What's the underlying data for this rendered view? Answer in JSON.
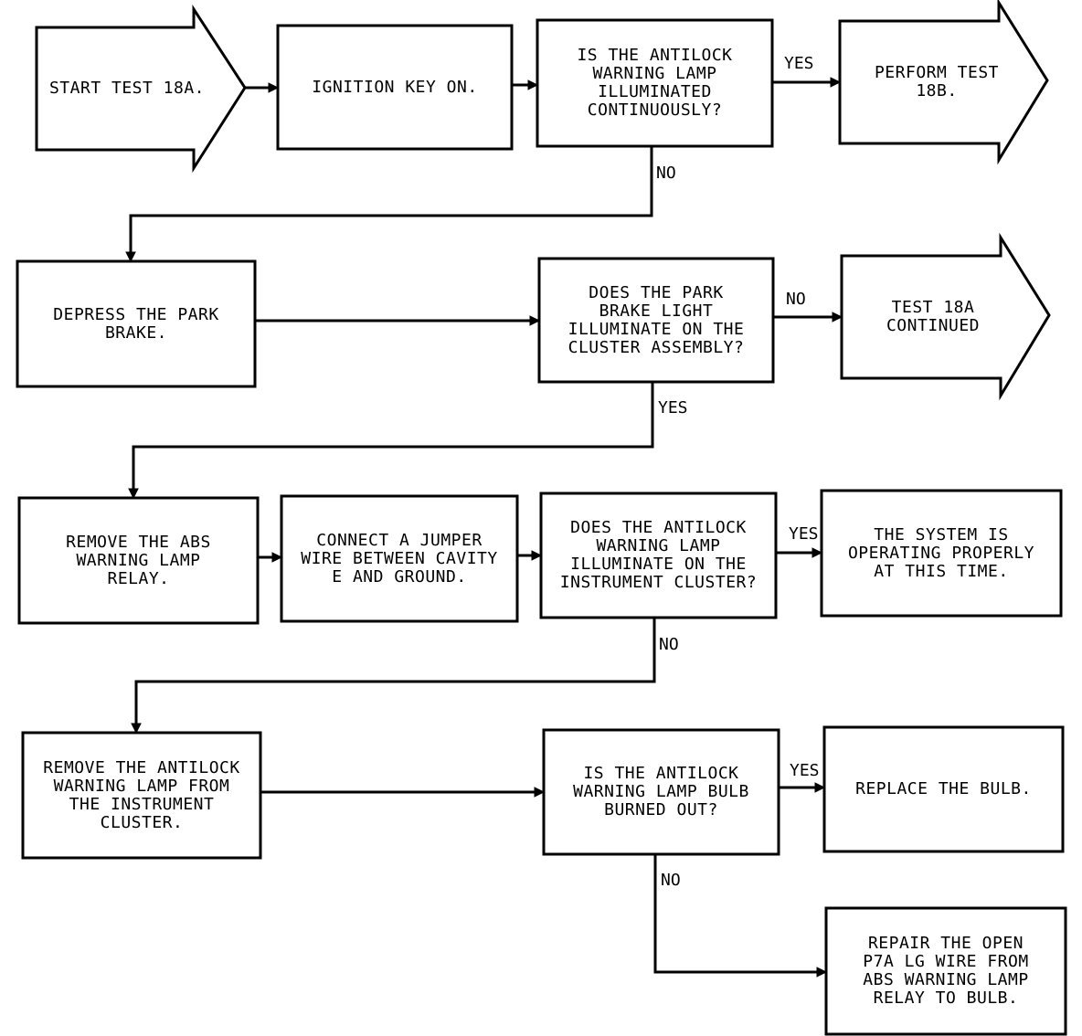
{
  "nodes": {
    "start": "START TEST 18A.",
    "ignition": "IGNITION KEY ON.",
    "q_lamp_continuous": "IS THE ANTILOCK\nWARNING LAMP\nILLUMINATED\nCONTINUOUSLY?",
    "perform_18b": "PERFORM TEST\n18B.",
    "depress_park": "DEPRESS THE PARK\nBRAKE.",
    "q_park_light": "DOES THE PARK\nBRAKE LIGHT\nILLUMINATE ON THE\nCLUSTER ASSEMBLY?",
    "test_18a_cont": "TEST 18A\nCONTINUED",
    "remove_relay": "REMOVE THE ABS\nWARNING LAMP\nRELAY.",
    "connect_jumper": "CONNECT A JUMPER\nWIRE BETWEEN CAVITY\nE AND GROUND.",
    "q_lamp_cluster": "DOES THE ANTILOCK\nWARNING LAMP\nILLUMINATE ON THE\nINSTRUMENT CLUSTER?",
    "system_ok": "THE SYSTEM IS\nOPERATING PROPERLY\nAT THIS TIME.",
    "remove_lamp": "REMOVE THE ANTILOCK\nWARNING LAMP FROM\nTHE INSTRUMENT\nCLUSTER.",
    "q_bulb": "IS THE ANTILOCK\nWARNING LAMP BULB\nBURNED OUT?",
    "replace_bulb": "REPLACE THE BULB.",
    "repair_wire": "REPAIR THE OPEN\nP7A LG WIRE FROM\nABS WARNING LAMP\nRELAY TO BULB."
  },
  "labels": {
    "l1_yes": "YES",
    "l1_no": "NO",
    "l2_no": "NO",
    "l2_yes": "YES",
    "l3_yes": "YES",
    "l3_no": "NO",
    "l4_yes": "YES",
    "l4_no": "NO"
  }
}
